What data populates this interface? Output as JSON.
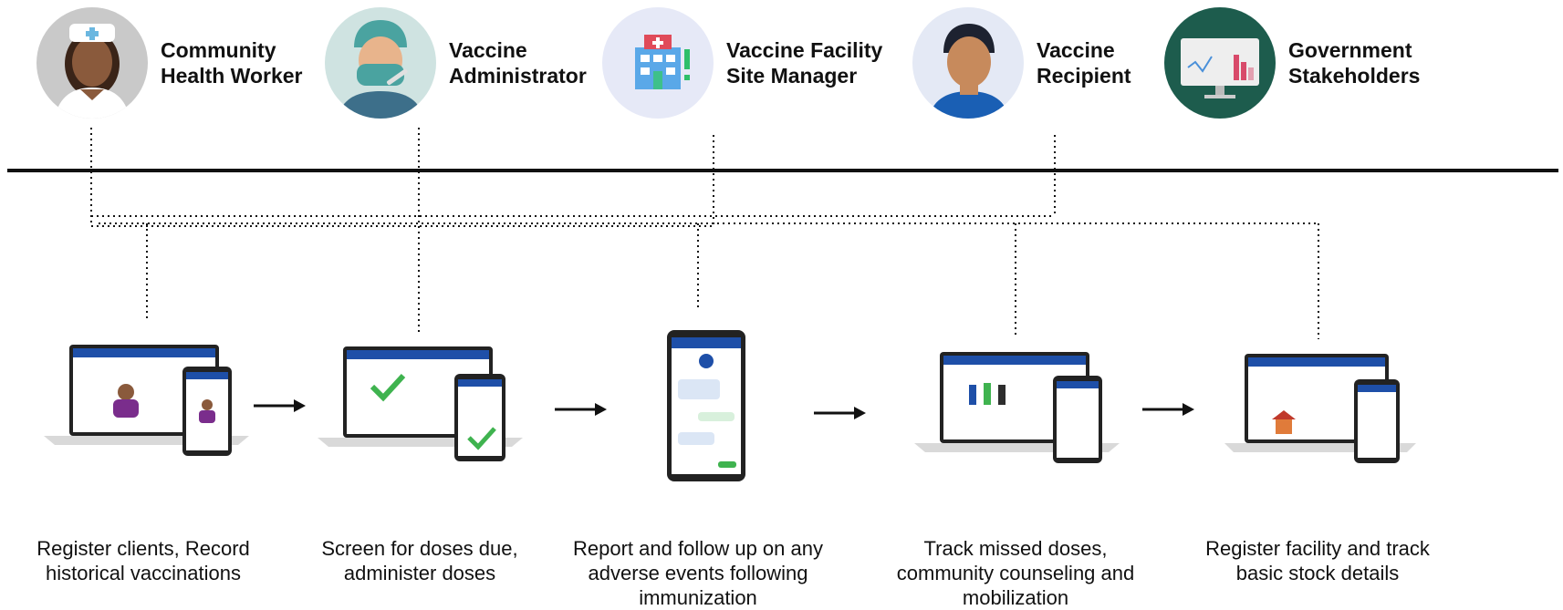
{
  "personas": [
    {
      "id": "chw",
      "label": "Community\nHealth Worker",
      "icon": "nurse-avatar-icon",
      "bg": "#c9c9c9"
    },
    {
      "id": "admin",
      "label": "Vaccine\nAdministrator",
      "icon": "doctor-avatar-icon",
      "bg": "#cfe3e1"
    },
    {
      "id": "site",
      "label": "Vaccine Facility\nSite Manager",
      "icon": "hospital-building-icon",
      "bg": "#e6e9f7"
    },
    {
      "id": "recipient",
      "label": "Vaccine\nRecipient",
      "icon": "man-avatar-icon",
      "bg": "#e4e9f5"
    },
    {
      "id": "gov",
      "label": "Government\nStakeholders",
      "icon": "dashboard-monitor-icon",
      "bg": "#1d5c4d"
    }
  ],
  "steps": [
    {
      "caption": "Register clients, Record\nhistorical vaccinations",
      "device": "laptop-phone-registration"
    },
    {
      "caption": "Screen for doses due,\nadminister doses",
      "device": "laptop-phone-checkmark"
    },
    {
      "caption": "Report and follow up on any\nadverse events following\nimmunization",
      "device": "phone-chat"
    },
    {
      "caption": "Track missed doses,\ncommunity counseling and\nmobilization",
      "device": "laptop-phone-counseling"
    },
    {
      "caption": "Register facility and track\nbasic stock details",
      "device": "laptop-phone-facility"
    }
  ],
  "colors": {
    "accent": "#1e4fa8",
    "line": "#111111"
  }
}
